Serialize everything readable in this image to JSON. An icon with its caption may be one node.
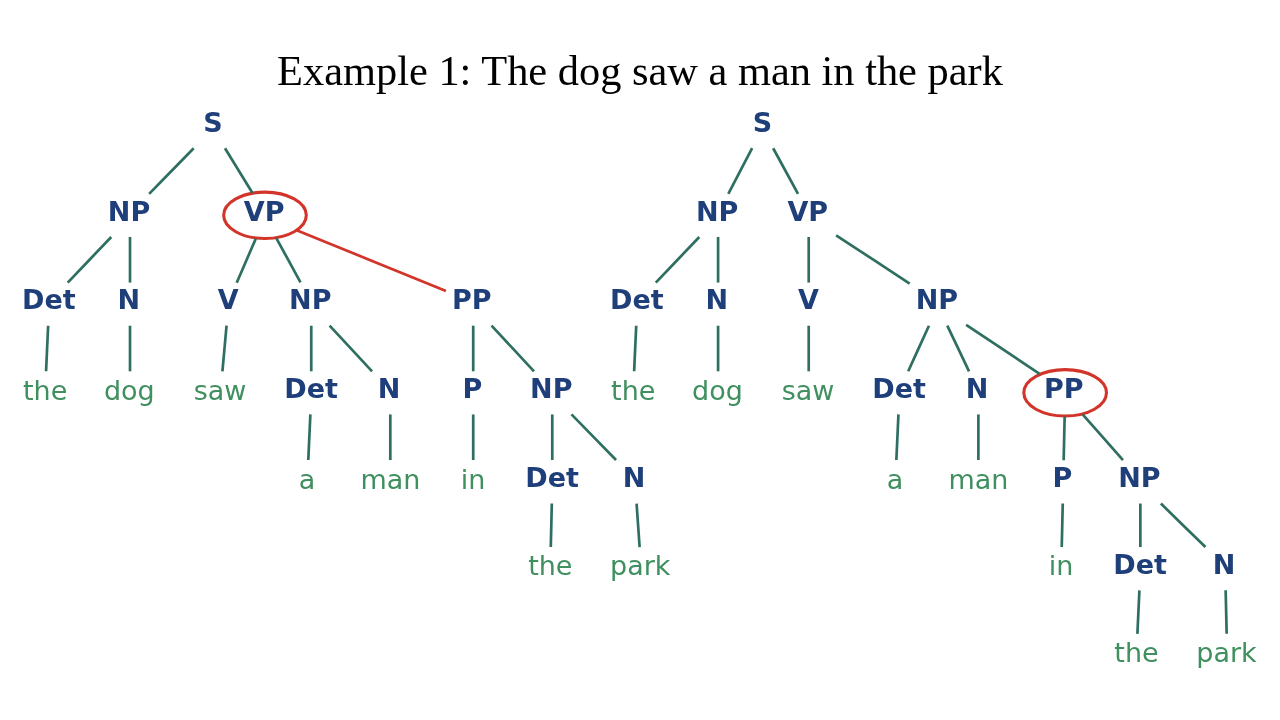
{
  "diagram": {
    "title": "Example 1: The dog saw a man in the park",
    "nodes": [
      {
        "text": [
          "S"
        ]
      },
      {
        "text": [
          "NP"
        ]
      },
      {
        "text": [
          "VP"
        ]
      },
      {
        "text": [
          "Det"
        ]
      },
      {
        "text": [
          "N"
        ]
      },
      {
        "text": [
          "V"
        ]
      },
      {
        "text": [
          "NP"
        ]
      },
      {
        "text": [
          "PP"
        ]
      },
      {
        "text": [
          "the"
        ]
      },
      {
        "text": [
          "dog"
        ]
      },
      {
        "text": [
          "saw"
        ]
      },
      {
        "text": [
          "Det"
        ]
      },
      {
        "text": [
          "N"
        ]
      },
      {
        "text": [
          "P"
        ]
      },
      {
        "text": [
          "NP"
        ]
      },
      {
        "text": [
          "a"
        ]
      },
      {
        "text": [
          "man"
        ]
      },
      {
        "text": [
          "in"
        ]
      },
      {
        "text": [
          "Det"
        ]
      },
      {
        "text": [
          "N"
        ]
      },
      {
        "text": [
          "the"
        ]
      },
      {
        "text": [
          "park"
        ]
      },
      {
        "text": [
          "S"
        ]
      },
      {
        "text": [
          "NP"
        ]
      },
      {
        "text": [
          "VP"
        ]
      },
      {
        "text": [
          "Det"
        ]
      },
      {
        "text": [
          "N"
        ]
      },
      {
        "text": [
          "V"
        ]
      },
      {
        "text": [
          "NP"
        ]
      },
      {
        "text": [
          "the"
        ]
      },
      {
        "text": [
          "dog"
        ]
      },
      {
        "text": [
          "saw"
        ]
      },
      {
        "text": [
          "Det"
        ]
      },
      {
        "text": [
          "N"
        ]
      },
      {
        "text": [
          "PP"
        ]
      },
      {
        "text": [
          "a"
        ]
      },
      {
        "text": [
          "man"
        ]
      },
      {
        "text": [
          "P"
        ]
      },
      {
        "text": [
          "NP"
        ]
      },
      {
        "text": [
          "in"
        ]
      },
      {
        "text": [
          "Det"
        ]
      },
      {
        "text": [
          "N"
        ]
      },
      {
        "text": [
          "the"
        ]
      },
      {
        "text": [
          "park"
        ]
      }
    ],
    "edges": [
      {
        "from": 0,
        "to": 1,
        "arrow": "none"
      },
      {
        "from": 0,
        "to": 2,
        "arrow": "none"
      },
      {
        "from": 1,
        "to": 3,
        "arrow": "none"
      },
      {
        "from": 1,
        "to": 4,
        "arrow": "none"
      },
      {
        "from": 2,
        "to": 5,
        "arrow": "none"
      },
      {
        "from": 2,
        "to": 6,
        "arrow": "none"
      },
      {
        "from": 2,
        "to": 7,
        "arrow": "none",
        "color": "#d2342a"
      },
      {
        "from": 3,
        "to": 8,
        "arrow": "none"
      },
      {
        "from": 4,
        "to": 9,
        "arrow": "none"
      },
      {
        "from": 5,
        "to": 10,
        "arrow": "none"
      },
      {
        "from": 6,
        "to": 11,
        "arrow": "none"
      },
      {
        "from": 6,
        "to": 12,
        "arrow": "none"
      },
      {
        "from": 7,
        "to": 13,
        "arrow": "none"
      },
      {
        "from": 7,
        "to": 14,
        "arrow": "none"
      },
      {
        "from": 11,
        "to": 15,
        "arrow": "none"
      },
      {
        "from": 12,
        "to": 16,
        "arrow": "none"
      },
      {
        "from": 13,
        "to": 17,
        "arrow": "none"
      },
      {
        "from": 14,
        "to": 18,
        "arrow": "none"
      },
      {
        "from": 14,
        "to": 19,
        "arrow": "none"
      },
      {
        "from": 18,
        "to": 20,
        "arrow": "none"
      },
      {
        "from": 19,
        "to": 21,
        "arrow": "none"
      },
      {
        "from": 22,
        "to": 23,
        "arrow": "none"
      },
      {
        "from": 22,
        "to": 24,
        "arrow": "none"
      },
      {
        "from": 23,
        "to": 25,
        "arrow": "none"
      },
      {
        "from": 23,
        "to": 26,
        "arrow": "none"
      },
      {
        "from": 24,
        "to": 27,
        "arrow": "none"
      },
      {
        "from": 24,
        "to": 28,
        "arrow": "none"
      },
      {
        "from": 25,
        "to": 29,
        "arrow": "none"
      },
      {
        "from": 26,
        "to": 30,
        "arrow": "none"
      },
      {
        "from": 27,
        "to": 31,
        "arrow": "none"
      },
      {
        "from": 28,
        "to": 32,
        "arrow": "none"
      },
      {
        "from": 28,
        "to": 33,
        "arrow": "none"
      },
      {
        "from": 28,
        "to": 34,
        "arrow": "none"
      },
      {
        "from": 32,
        "to": 35,
        "arrow": "none"
      },
      {
        "from": 33,
        "to": 36,
        "arrow": "none"
      },
      {
        "from": 34,
        "to": 37,
        "arrow": "none"
      },
      {
        "from": 34,
        "to": 38,
        "arrow": "none"
      },
      {
        "from": 37,
        "to": 39,
        "arrow": "none"
      },
      {
        "from": 38,
        "to": 40,
        "arrow": "none"
      },
      {
        "from": 38,
        "to": 41,
        "arrow": "none"
      },
      {
        "from": 40,
        "to": 42,
        "arrow": "none"
      },
      {
        "from": 41,
        "to": 43,
        "arrow": "none"
      }
    ]
  }
}
